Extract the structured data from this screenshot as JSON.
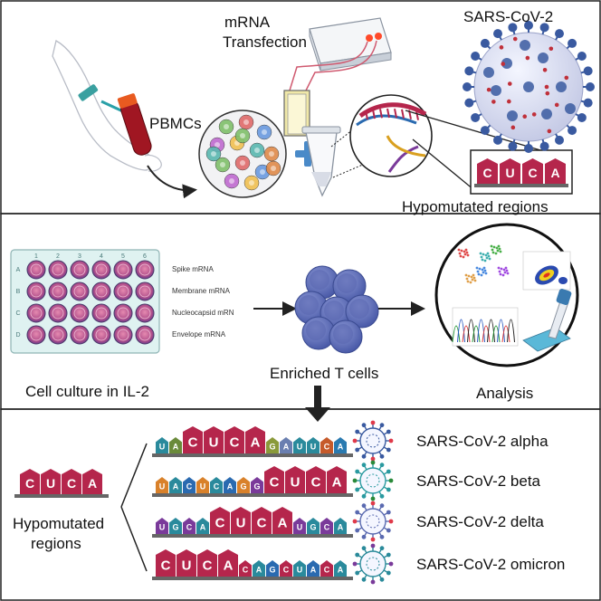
{
  "panel1": {
    "mrna_line1": "mRNA",
    "mrna_line2": "Transfection",
    "virus_label": "SARS-CoV-2",
    "pbmc_label": "PBMCs",
    "hypo_label": "Hypomutated regions",
    "cuca_letters": [
      "C",
      "U",
      "C",
      "A"
    ]
  },
  "panel2": {
    "col_numbers": [
      "1",
      "2",
      "3",
      "4",
      "5",
      "6"
    ],
    "row_letters": [
      "A",
      "B",
      "C",
      "D"
    ],
    "mrna_rows": [
      "Spike mRNA",
      "Membrane mRNA",
      "Nucleocapsid mRN",
      "Envelope mRNA"
    ],
    "culture_label": "Cell culture in IL-2",
    "enriched_label": "Enriched T cells",
    "analysis_label": "Analysis"
  },
  "panel3": {
    "hypo_line1": "Hypomutated",
    "hypo_line2": "regions",
    "cuca_letters": [
      "C",
      "U",
      "C",
      "A"
    ],
    "variants": [
      {
        "name": "SARS-CoV-2 alpha",
        "seq": [
          {
            "l": "U",
            "c": "#2a8a9c",
            "t": "s"
          },
          {
            "l": "A",
            "c": "#6a8a3a",
            "t": "s"
          },
          {
            "l": "C",
            "c": "#b5264c",
            "t": "b"
          },
          {
            "l": "U",
            "c": "#b5264c",
            "t": "b"
          },
          {
            "l": "C",
            "c": "#b5264c",
            "t": "b"
          },
          {
            "l": "A",
            "c": "#b5264c",
            "t": "b"
          },
          {
            "l": "G",
            "c": "#8a9a3a",
            "t": "s"
          },
          {
            "l": "A",
            "c": "#6a7fb0",
            "t": "s"
          },
          {
            "l": "U",
            "c": "#2a8a9c",
            "t": "s"
          },
          {
            "l": "U",
            "c": "#2a8a9c",
            "t": "s"
          },
          {
            "l": "C",
            "c": "#c65a2a",
            "t": "s"
          },
          {
            "l": "A",
            "c": "#2a7ab0",
            "t": "s"
          }
        ]
      },
      {
        "name": "SARS-CoV-2 beta",
        "seq": [
          {
            "l": "U",
            "c": "#d9812a",
            "t": "s"
          },
          {
            "l": "A",
            "c": "#2a8a9c",
            "t": "s"
          },
          {
            "l": "C",
            "c": "#2a6ab0",
            "t": "s"
          },
          {
            "l": "U",
            "c": "#d9812a",
            "t": "s"
          },
          {
            "l": "C",
            "c": "#2a8a9c",
            "t": "s"
          },
          {
            "l": "A",
            "c": "#2a6ab0",
            "t": "s"
          },
          {
            "l": "G",
            "c": "#d9812a",
            "t": "s"
          },
          {
            "l": "G",
            "c": "#7a3a9a",
            "t": "s"
          },
          {
            "l": "C",
            "c": "#b5264c",
            "t": "b"
          },
          {
            "l": "U",
            "c": "#b5264c",
            "t": "b"
          },
          {
            "l": "C",
            "c": "#b5264c",
            "t": "b"
          },
          {
            "l": "A",
            "c": "#b5264c",
            "t": "b"
          }
        ]
      },
      {
        "name": "SARS-CoV-2 delta",
        "seq": [
          {
            "l": "U",
            "c": "#7a3a9a",
            "t": "s"
          },
          {
            "l": "G",
            "c": "#2a8a9c",
            "t": "s"
          },
          {
            "l": "C",
            "c": "#7a3a9a",
            "t": "s"
          },
          {
            "l": "A",
            "c": "#2a8a9c",
            "t": "s"
          },
          {
            "l": "C",
            "c": "#b5264c",
            "t": "b"
          },
          {
            "l": "U",
            "c": "#b5264c",
            "t": "b"
          },
          {
            "l": "C",
            "c": "#b5264c",
            "t": "b"
          },
          {
            "l": "A",
            "c": "#b5264c",
            "t": "b"
          },
          {
            "l": "U",
            "c": "#7a3a9a",
            "t": "s"
          },
          {
            "l": "G",
            "c": "#2a8a9c",
            "t": "s"
          },
          {
            "l": "C",
            "c": "#7a3a9a",
            "t": "s"
          },
          {
            "l": "A",
            "c": "#2a8a9c",
            "t": "s"
          }
        ]
      },
      {
        "name": "SARS-CoV-2 omicron",
        "seq": [
          {
            "l": "C",
            "c": "#b5264c",
            "t": "b"
          },
          {
            "l": "U",
            "c": "#b5264c",
            "t": "b"
          },
          {
            "l": "C",
            "c": "#b5264c",
            "t": "b"
          },
          {
            "l": "A",
            "c": "#b5264c",
            "t": "b"
          },
          {
            "l": "C",
            "c": "#b5264c",
            "t": "s"
          },
          {
            "l": "A",
            "c": "#2a8a9c",
            "t": "s"
          },
          {
            "l": "G",
            "c": "#2a6ab0",
            "t": "s"
          },
          {
            "l": "C",
            "c": "#b5264c",
            "t": "s"
          },
          {
            "l": "U",
            "c": "#2a8a9c",
            "t": "s"
          },
          {
            "l": "A",
            "c": "#2a6ab0",
            "t": "s"
          },
          {
            "l": "C",
            "c": "#b5264c",
            "t": "s"
          },
          {
            "l": "A",
            "c": "#2a8a9c",
            "t": "s"
          }
        ]
      }
    ]
  },
  "colors": {
    "cuca": "#b5264c",
    "arrow": "#222222",
    "cell": "#6a78b8",
    "virus": "#3a5aa0",
    "plus": "#4a8ac8"
  }
}
